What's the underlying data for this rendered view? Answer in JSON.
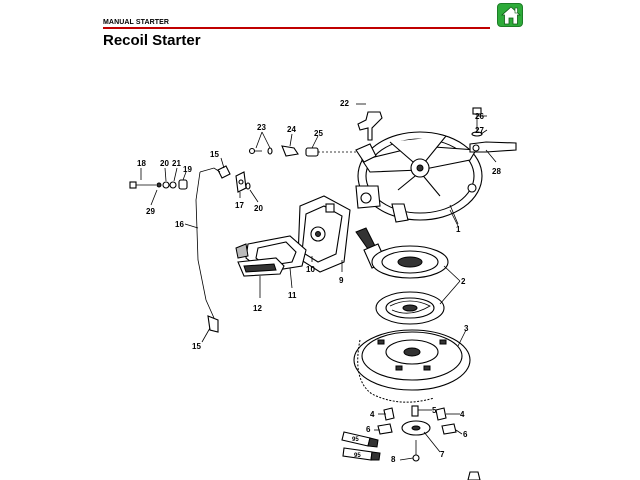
{
  "header": {
    "section": "MANUAL STARTER",
    "title": "Recoil Starter",
    "accent_color": "#c00000",
    "home_button_color": "#2eab3a",
    "home_icon": "home-icon"
  },
  "diagram": {
    "labels": [
      "1",
      "2",
      "3",
      "4",
      "4",
      "5",
      "6",
      "6",
      "7",
      "8",
      "9",
      "10",
      "11",
      "12",
      "15",
      "15",
      "16",
      "17",
      "18",
      "19",
      "20",
      "20",
      "21",
      "22",
      "23",
      "24",
      "25",
      "26",
      "27",
      "28",
      "29"
    ],
    "tube_labels": [
      "95",
      "95"
    ]
  }
}
